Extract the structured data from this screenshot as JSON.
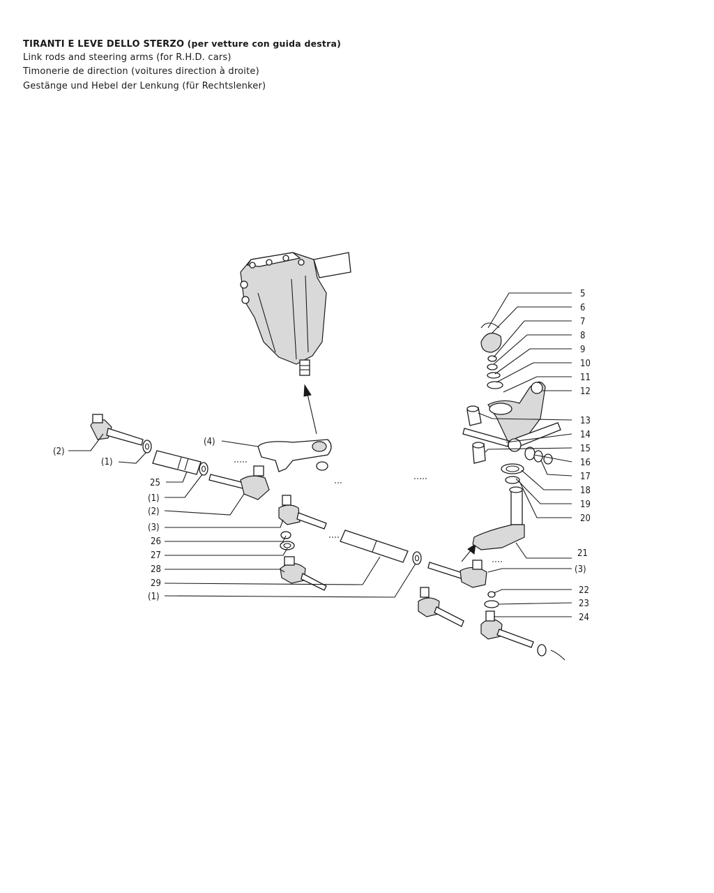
{
  "header": {
    "title_it_main": "TIRANTI E LEVE DELLO STERZO",
    "title_it_paren": "(per vetture con guida destra)",
    "title_en": "Link rods and steering arms (for R.H.D. cars)",
    "title_fr": "Timonerie de direction (voitures direction à droite)",
    "title_de": "Gestänge und Hebel der Lenkung (für Rechtslenker)"
  },
  "labels": {
    "p5": "5",
    "p6": "6",
    "p7": "7",
    "p8": "8",
    "p9": "9",
    "p10": "10",
    "p11": "11",
    "p12": "12",
    "p13": "13",
    "p14": "14",
    "p15": "15",
    "p16": "16",
    "p17": "17",
    "p18": "18",
    "p19": "19",
    "p20": "20",
    "p21": "21",
    "p22": "22",
    "p23": "23",
    "p24": "24",
    "p25": "25",
    "p26": "26",
    "p27": "27",
    "p28": "28",
    "p29": "29",
    "c2a": "(2)",
    "c1a": "(1)",
    "c4": "(4)",
    "c1b": "(1)",
    "c2b": "(2)",
    "c3a": "(3)",
    "c1c": "(1)",
    "c3b": "(3)"
  }
}
